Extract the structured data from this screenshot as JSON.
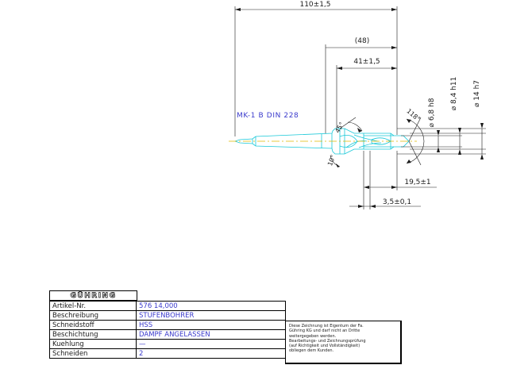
{
  "drawing": {
    "dimensions": {
      "overall_length": "110±1,5",
      "body_length": "(48)",
      "step_length": "41±1,5",
      "tip_length": "19,5±1",
      "small_step": "3,5±0,1",
      "dia_small": "⌀ 6,8 h8",
      "dia_mid": "⌀ 8,4 h11",
      "dia_shank": "⌀ 14 h7",
      "angle_step": "45°",
      "angle_point": "118°",
      "angle_relief": "10°"
    },
    "shank_label": "MK-1 B DIN 228"
  },
  "title_block": {
    "logo": "GÜHRING",
    "rows": [
      {
        "key": "Artikel-Nr.",
        "value": "576 14,000"
      },
      {
        "key": "Beschreibung",
        "value": "STUFENBOHRER"
      },
      {
        "key": "Schneidstoff",
        "value": "HSS"
      },
      {
        "key": "Beschichtung",
        "value": "DAMPF ANGELASSEN"
      },
      {
        "key": "Kuehlung",
        "value": "—"
      },
      {
        "key": "Schneiden",
        "value": "2"
      }
    ],
    "notice": [
      "Diese Zeichnung ist Eigentum der Fa.",
      "Gühring KG und darf nicht an Dritte",
      "weitergegeben werden.",
      "Bearbeitungs- und Zeichnungsprüfung",
      "(auf Richtigkeit und Vollständigkeit)",
      "obliegen dem Kunden."
    ]
  },
  "colors": {
    "tool_outline": "#18c8d8",
    "centerline": "#e0b800",
    "dimension": "#1a1a1a",
    "annotation": "#3a3acc"
  }
}
